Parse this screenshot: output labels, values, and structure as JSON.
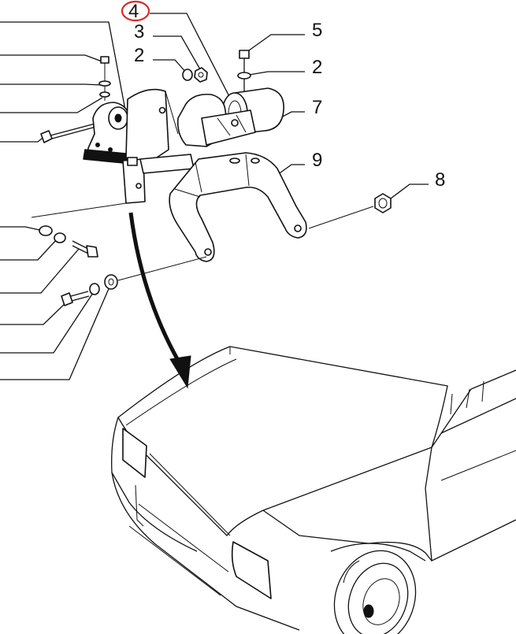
{
  "callouts": {
    "part_4": "4",
    "part_3": "3",
    "part_2_left": "2",
    "part_5": "5",
    "part_2_right": "2",
    "part_7": "7",
    "part_9": "9",
    "part_8": "8"
  },
  "highlight": {
    "part": "4",
    "color": "#d62b2b"
  }
}
